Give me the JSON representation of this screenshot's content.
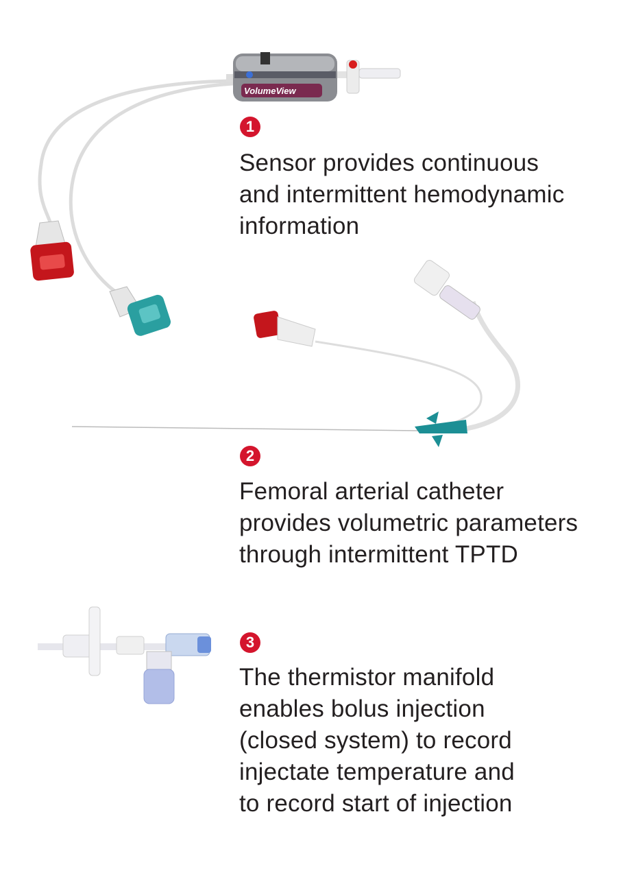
{
  "figure": {
    "sensor_logo": "VolumeView",
    "items": [
      {
        "number": "1",
        "lines": [
          "Sensor provides continuous",
          "and intermittent hemodynamic",
          "information"
        ]
      },
      {
        "number": "2",
        "lines": [
          "Femoral arterial catheter",
          "provides volumetric parameters",
          "through intermittent TPTD"
        ]
      },
      {
        "number": "3",
        "lines": [
          "The thermistor manifold",
          "enables bolus injection",
          "(closed system) to record",
          "injectate temperature and",
          "to record start of injection"
        ]
      }
    ],
    "colors": {
      "badge": "#d4152d",
      "red_connector": "#c4161c",
      "teal_connector": "#2a9fa0",
      "text": "#231f20"
    }
  }
}
